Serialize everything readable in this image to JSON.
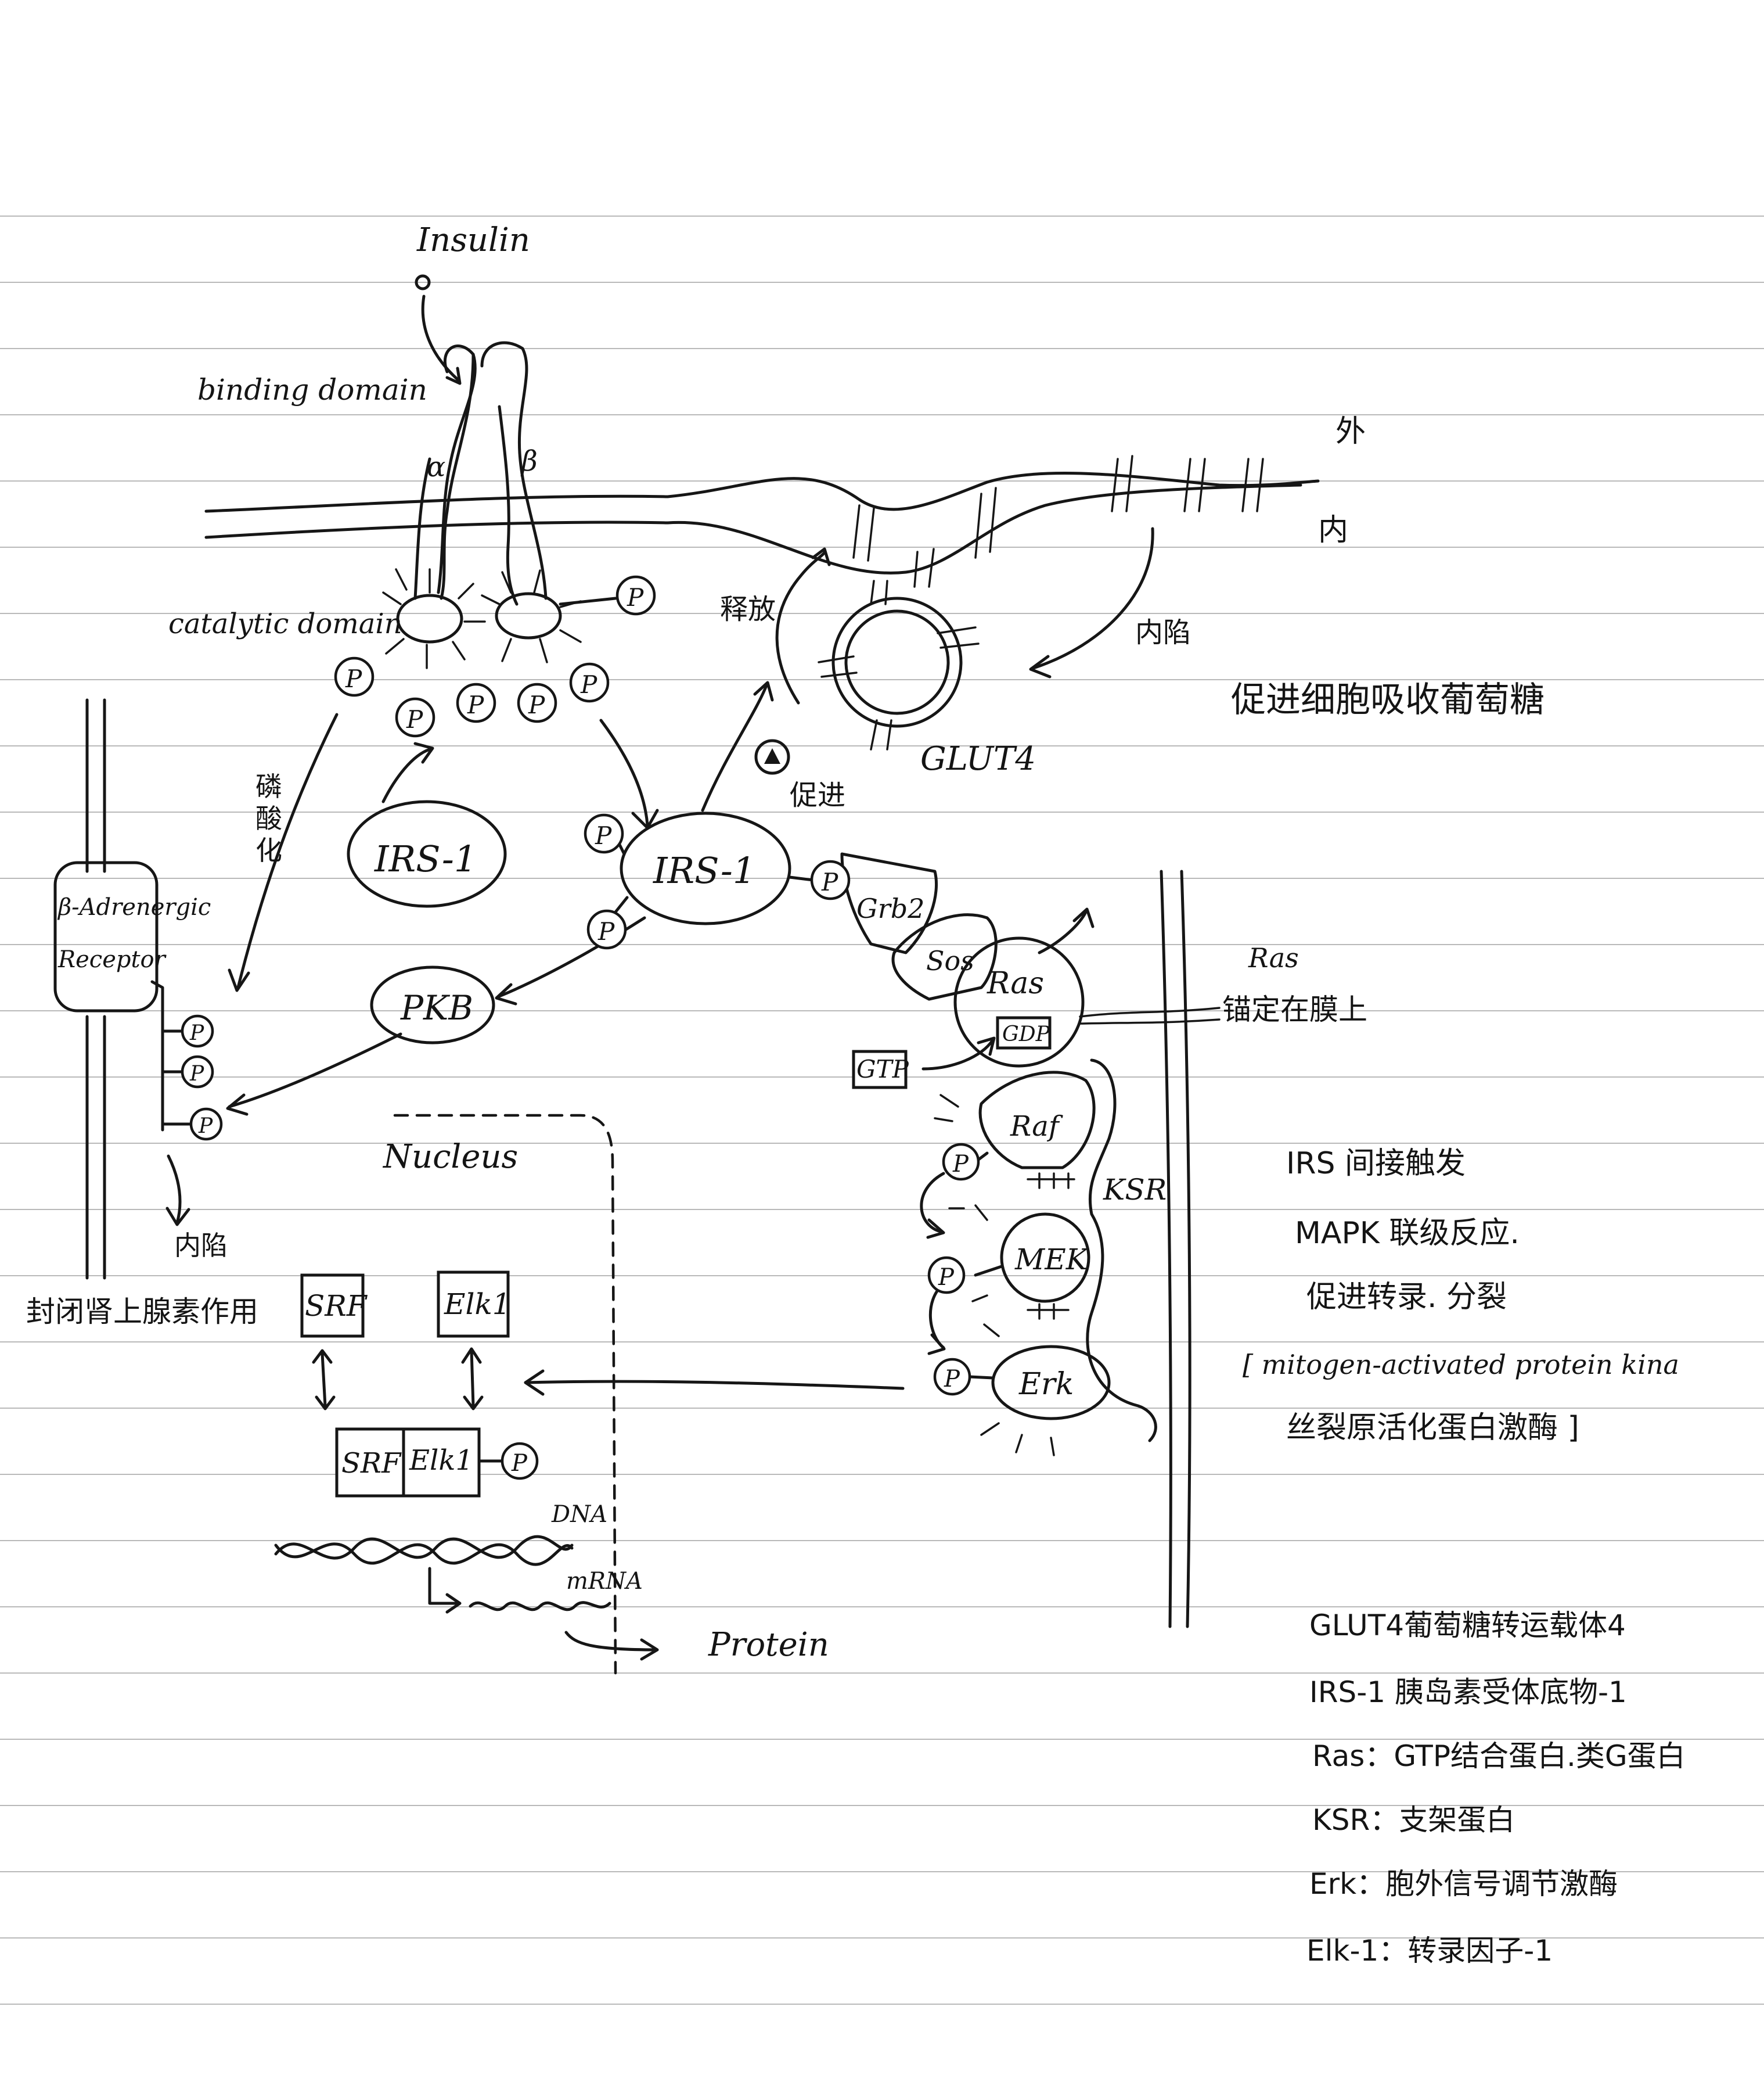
{
  "diagram": {
    "insulin": "Insulin",
    "binding_domain": "binding domain",
    "alpha": "α",
    "beta": "β",
    "catalytic_domain": "catalytic domain",
    "outside": "外",
    "inside": "内",
    "release": "释放",
    "endocytosis": "内陷",
    "promote": "促进",
    "glut4": "GLUT4",
    "uptake_glucose": "促进细胞吸收葡萄糖",
    "phosphorylation_chars": [
      "磷",
      "酸",
      "化"
    ],
    "irs1": "IRS-1",
    "p": "P",
    "grb2": "Grb2",
    "sos": "Sos",
    "ras": "Ras",
    "gdp": "GDP",
    "gtp": "GTP",
    "ras_anchor_label": "Ras",
    "ras_anchor": "锚定在膜上",
    "raf": "Raf",
    "ksr": "KSR",
    "mek": "MEK",
    "erk": "Erk",
    "beta_receptor_line1": "β-Adrenergic",
    "beta_receptor_line2": "Receptor",
    "pkb": "PKB",
    "nucleus": "Nucleus",
    "endocytosis_2": "内陷",
    "block_adrenaline": "封闭肾上腺素作用",
    "srf": "SRF",
    "elk1": "Elk1",
    "dna": "DNA",
    "mrna": "mRNA",
    "protein": "Protein",
    "irs_note": "IRS 间接触发",
    "mapk_note": "MAPK 联级反应.",
    "promote_transcription": "促进转录. 分裂",
    "mitogen_en": "[ mitogen-activated protein kina",
    "mitogen_cn": "丝裂原活化蛋白激酶 ]"
  },
  "glossary": [
    "GLUT4葡萄糖转运载体4",
    "IRS-1 胰岛素受体底物-1",
    "Ras：GTP结合蛋白.类G蛋白",
    "KSR：支架蛋白",
    "Erk：胞外信号调节激酶",
    "Elk-1：转录因子-1"
  ]
}
